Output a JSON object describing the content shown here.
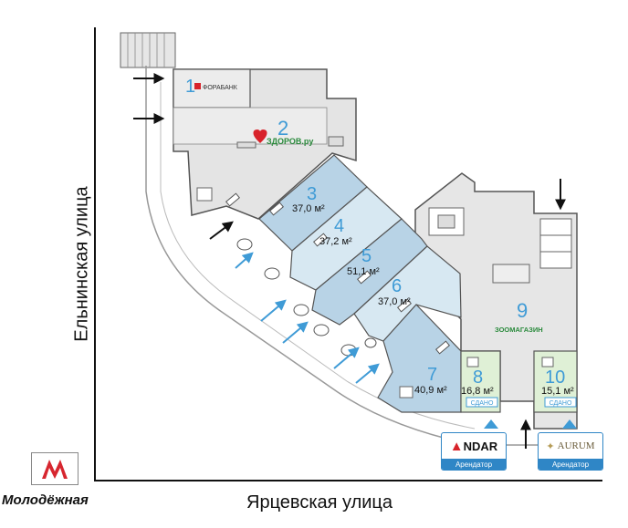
{
  "streets": {
    "left": "Ельнинская улица",
    "bottom": "Ярцевская улица"
  },
  "metro": {
    "label": "Молодёжная",
    "icon": "metro-m-icon",
    "color": "#d7262f"
  },
  "tenants": {
    "forabank": "ФОРАБАНК",
    "zdorov": "ЗДОРОВ.ру",
    "zoo": "ЗООМАГАЗИН"
  },
  "units": [
    {
      "number": "1",
      "area": ""
    },
    {
      "number": "2",
      "area": ""
    },
    {
      "number": "3",
      "area": "37,0 м²"
    },
    {
      "number": "4",
      "area": "37,2 м²"
    },
    {
      "number": "5",
      "area": "51,1 м²"
    },
    {
      "number": "6",
      "area": "37,0 м²"
    },
    {
      "number": "7",
      "area": "40,9 м²"
    },
    {
      "number": "8",
      "area": "16,8 м²",
      "status": "СДАНО"
    },
    {
      "number": "9",
      "area": ""
    },
    {
      "number": "10",
      "area": "15,1 м²",
      "status": "СДАНО"
    }
  ],
  "badges": {
    "ndar": {
      "logo": "NDAR",
      "caption": "Арендатор"
    },
    "aurum": {
      "logo": "AURUM",
      "caption": "Арендатор"
    }
  },
  "colors": {
    "accent_blue": "#3f9bd6",
    "unit_blue": "#b8d3e6",
    "unit_light": "#d7e8f2",
    "unit_green": "#dff0d6",
    "common_area": "#e4e4e4",
    "badge_blue": "#2f86c6",
    "zdorov_red": "#d8232a",
    "zoo_green": "#2a8a3c"
  }
}
